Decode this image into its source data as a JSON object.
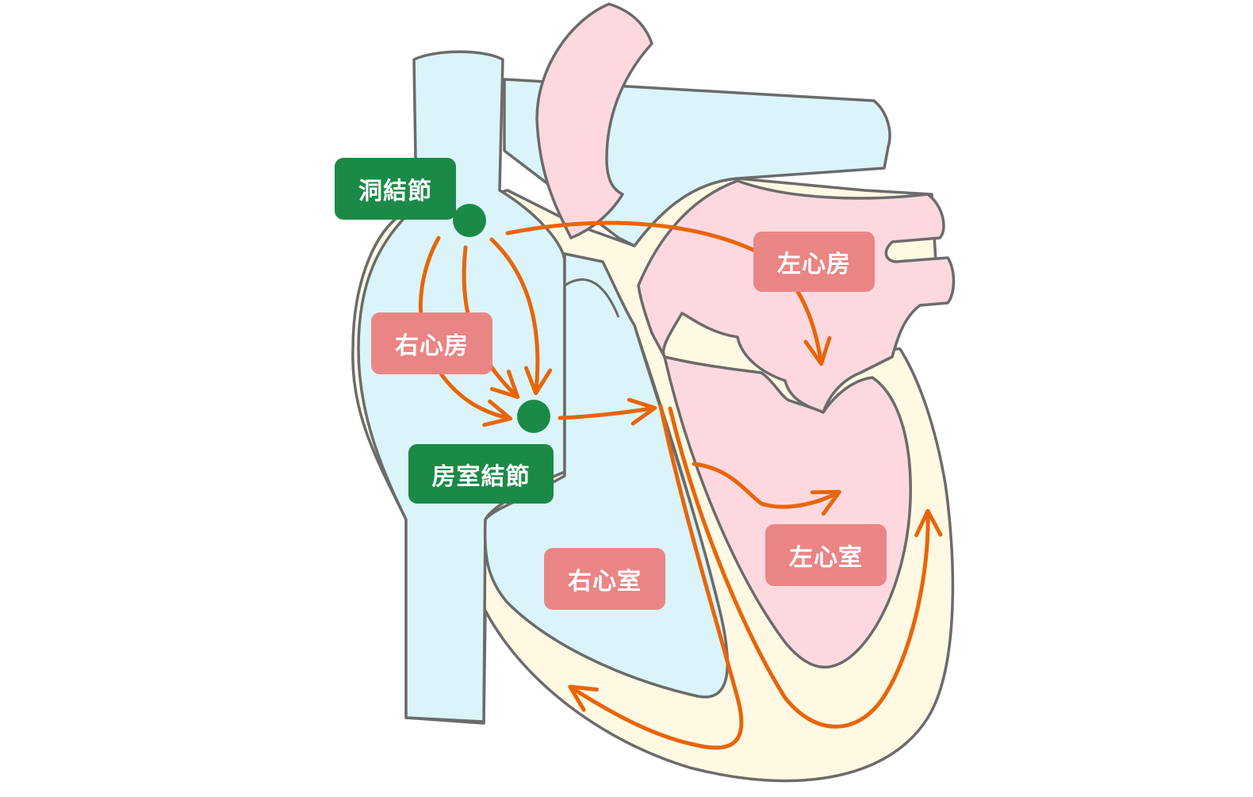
{
  "labels": {
    "sinoatrial_node": "洞結節",
    "atrioventricular_node": "房室結節",
    "right_atrium": "右心房",
    "left_atrium": "左心房",
    "right_ventricle": "右心室",
    "left_ventricle": "左心室"
  },
  "colors": {
    "wall_fill": "#fff9e3",
    "outline": "#6b6b6b",
    "venous_blood": "#daf4fa",
    "arterial_blood": "#fdd9df",
    "node_green": "#1b8a47",
    "chamber_label_bg": "#ea8585",
    "conduction_arrow": "#e8650a"
  }
}
